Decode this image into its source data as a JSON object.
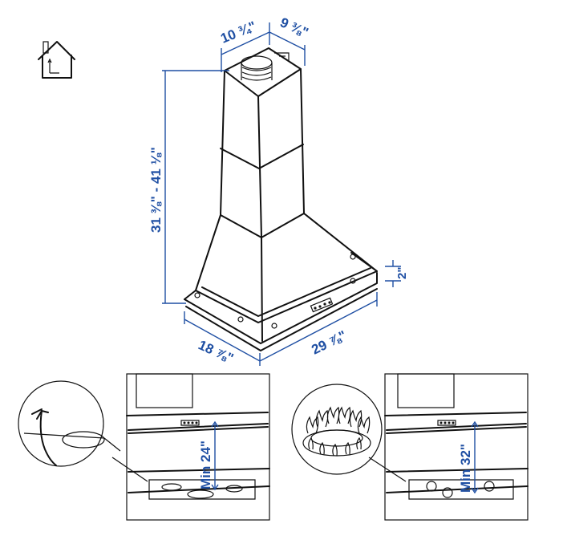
{
  "dimensions": {
    "depth_top": "10 ¾\"",
    "width_top": "9 ⅜\"",
    "height_range": "31 ⅜\" - 41 ⅛\"",
    "rail_offset": "2\"",
    "depth_base": "18 ⅞\"",
    "width_base": "29 ⅞\""
  },
  "installation": {
    "electric_min": "Min 24\"",
    "gas_min": "Min 32\""
  },
  "icons": [
    "house-venting-icon",
    "plug-cord-icon",
    "gas-flame-icon"
  ]
}
